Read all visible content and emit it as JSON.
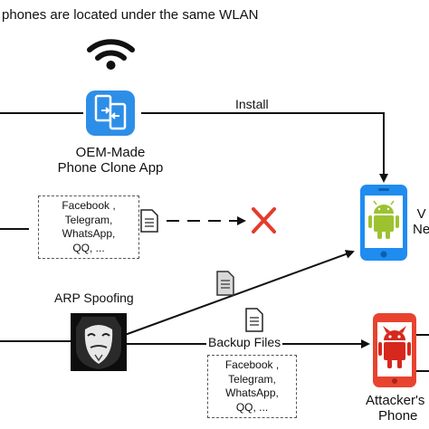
{
  "header": {
    "text": "phones are located under the same WLAN"
  },
  "clone_app": {
    "line1": "OEM-Made",
    "line2": "Phone Clone App"
  },
  "install_label": "Install",
  "victim_label": {
    "line1": "V",
    "line2": "Ne"
  },
  "arp_label": "ARP Spoofing",
  "backup_label": "Backup Files",
  "attacker_label": {
    "line1": "Attacker's",
    "line2": "Phone"
  },
  "app_list_top": [
    "Facebook ,",
    "Telegram,",
    "WhatsApp,",
    "QQ, ..."
  ],
  "app_list_bottom": [
    "Facebook ,",
    "Telegram,",
    "WhatsApp,",
    "QQ, ..."
  ],
  "colors": {
    "app_blue": "#2d8ee8",
    "phone_blue": "#1f8cf0",
    "android_green": "#9dc230",
    "attacker_red": "#e8432f",
    "blocked_red": "#e53b2c"
  },
  "icons": [
    "wifi-icon",
    "phone-clone-app-icon",
    "android-phone-icon",
    "attacker-phone-icon",
    "hacker-mask-icon",
    "document-icon",
    "blocked-x-icon"
  ]
}
